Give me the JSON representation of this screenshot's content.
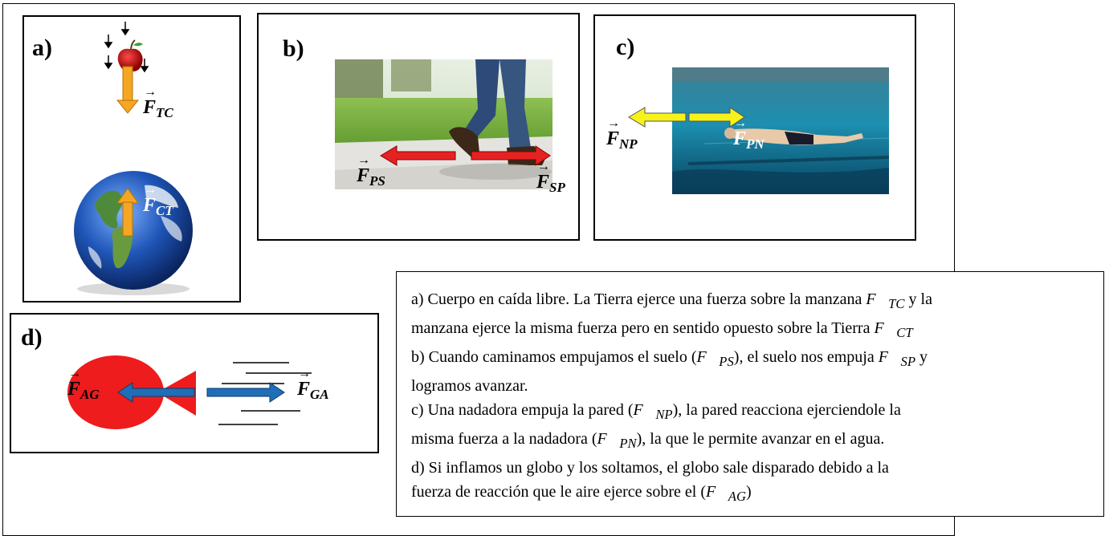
{
  "panels": {
    "a": {
      "label": "a)",
      "force_top": "F",
      "force_top_sub": "TC",
      "force_bottom": "F",
      "force_bottom_sub": "CT"
    },
    "b": {
      "label": "b)",
      "force_left": "F",
      "force_left_sub": "PS",
      "force_right": "F",
      "force_right_sub": "SP"
    },
    "c": {
      "label": "c)",
      "force_left": "F",
      "force_left_sub": "NP",
      "force_right": "F",
      "force_right_sub": "PN"
    },
    "d": {
      "label": "d)",
      "force_left": "F",
      "force_left_sub": "AG",
      "force_right": "F",
      "force_right_sub": "GA"
    }
  },
  "caption": {
    "a_line1": "a) Cuerpo en caída libre. La Tierra ejerce una fuerza sobre la manzana ",
    "a_sub1": "TC",
    "a_line1_end": " y la",
    "a_line2": "manzana ejerce la misma fuerza pero en sentido opuesto sobre la Tierra ",
    "a_sub2": "CT",
    "b_line1": "b) Cuando caminamos empujamos el suelo (",
    "b_sub1": "PS",
    "b_mid": "), el suelo nos empuja ",
    "b_sub2": "SP",
    "b_end": " y",
    "b_line2": "logramos avanzar.",
    "c_line1": "c) Una nadadora empuja la pared (",
    "c_sub1": "NP",
    "c_line1_end": "), la pared reacciona ejerciendole la",
    "c_line2": "misma fuerza a la nadadora (",
    "c_sub2": "PN",
    "c_line2_end": "), la que le permite avanzar en el agua.",
    "d_line1": "d) Si inflamos un globo y los soltamos, el globo sale disparado debido a la",
    "d_line2": "fuerza de reacción que le aire ejerce sobre el (",
    "d_sub": "AG",
    "d_end": ")"
  },
  "colors": {
    "force_orange": "#f5a623",
    "force_red": "#e52222",
    "force_yellow": "#f7f21a",
    "force_blue": "#1f6fb8",
    "balloon_red": "#ee1c1c"
  }
}
